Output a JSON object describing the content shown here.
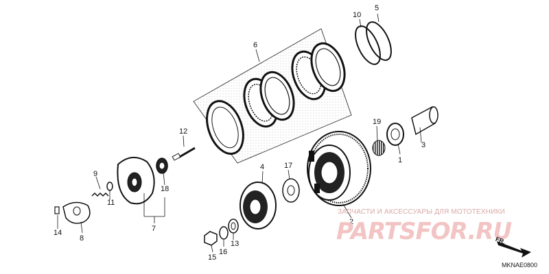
{
  "diagram": {
    "callouts": {
      "c1": "1",
      "c2": "2",
      "c3": "3",
      "c4": "4",
      "c5": "5",
      "c6": "6",
      "c7": "7",
      "c8": "8",
      "c9": "9",
      "c10": "10",
      "c11": "11",
      "c12": "12",
      "c13": "13",
      "c14": "14",
      "c15": "15",
      "c16": "16",
      "c17": "17",
      "c18": "18",
      "c19": "19"
    },
    "diagram_code": "MKNAE0800",
    "direction_label": "FR."
  },
  "watermark": {
    "tagline": "ЗАПЧАСТИ И АКСЕССУАРЫ ДЛЯ МОТОТЕХНИКИ",
    "brand": "PARTSFOR.RU"
  }
}
